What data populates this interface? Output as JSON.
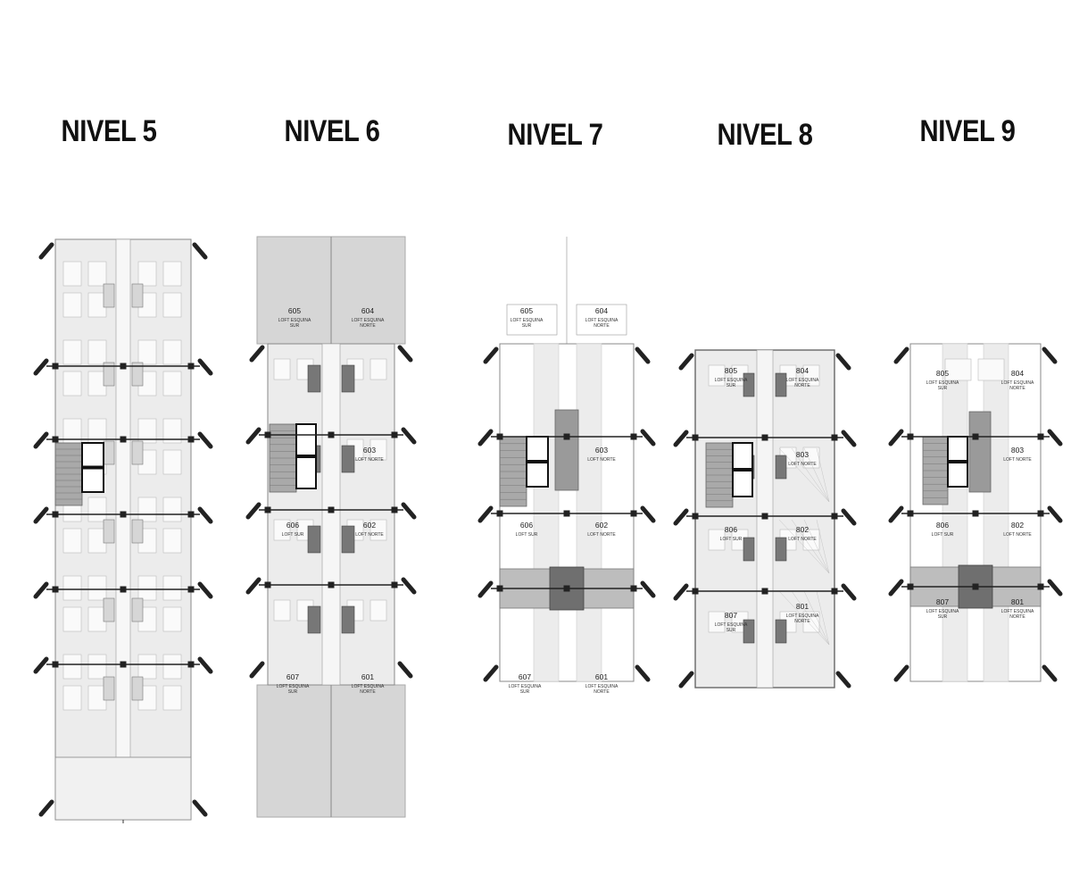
{
  "levels": [
    {
      "title": "NIVEL 5"
    },
    {
      "title": "NIVEL 6"
    },
    {
      "title": "NIVEL 7"
    },
    {
      "title": "NIVEL 8"
    },
    {
      "title": "NIVEL 9"
    }
  ],
  "units": {
    "n6": [
      {
        "num": "605",
        "l1": "LOFT ESQUINA",
        "l2": "SUR"
      },
      {
        "num": "604",
        "l1": "LOFT ESQUINA",
        "l2": "NORTE"
      },
      {
        "num": "603",
        "l1": "LOFT NORTE",
        "l2": ""
      },
      {
        "num": "606",
        "l1": "LOFT SUR",
        "l2": ""
      },
      {
        "num": "602",
        "l1": "LOFT NORTE",
        "l2": ""
      },
      {
        "num": "607",
        "l1": "LOFT ESQUINA",
        "l2": "SUR"
      },
      {
        "num": "601",
        "l1": "LOFT ESQUINA",
        "l2": "NORTE"
      }
    ],
    "n7": [
      {
        "num": "605",
        "l1": "LOFT ESQUINA",
        "l2": "SUR"
      },
      {
        "num": "604",
        "l1": "LOFT ESQUINA",
        "l2": "NORTE"
      },
      {
        "num": "603",
        "l1": "LOFT NORTE",
        "l2": ""
      },
      {
        "num": "606",
        "l1": "LOFT SUR",
        "l2": ""
      },
      {
        "num": "602",
        "l1": "LOFT NORTE",
        "l2": ""
      },
      {
        "num": "607",
        "l1": "LOFT ESQUINA",
        "l2": "SUR"
      },
      {
        "num": "601",
        "l1": "LOFT ESQUINA",
        "l2": "NORTE"
      }
    ],
    "n8": [
      {
        "num": "805",
        "l1": "LOFT ESQUINA",
        "l2": "SUR"
      },
      {
        "num": "804",
        "l1": "LOFT ESQUINA",
        "l2": "NORTE"
      },
      {
        "num": "803",
        "l1": "LOFT NORTE",
        "l2": ""
      },
      {
        "num": "806",
        "l1": "LOFT SUR",
        "l2": ""
      },
      {
        "num": "802",
        "l1": "LOFT NORTE",
        "l2": ""
      },
      {
        "num": "807",
        "l1": "LOFT ESQUINA",
        "l2": "SUR"
      },
      {
        "num": "801",
        "l1": "LOFT ESQUINA",
        "l2": "NORTE"
      }
    ],
    "n9": [
      {
        "num": "805",
        "l1": "LOFT ESQUINA",
        "l2": "SUR"
      },
      {
        "num": "804",
        "l1": "LOFT ESQUINA",
        "l2": "NORTE"
      },
      {
        "num": "803",
        "l1": "LOFT NORTE",
        "l2": ""
      },
      {
        "num": "806",
        "l1": "LOFT SUR",
        "l2": ""
      },
      {
        "num": "802",
        "l1": "LOFT NORTE",
        "l2": ""
      },
      {
        "num": "807",
        "l1": "LOFT ESQUINA",
        "l2": "SUR"
      },
      {
        "num": "801",
        "l1": "LOFT ESQUINA",
        "l2": "NORTE"
      }
    ]
  },
  "colors": {
    "line": "#333333",
    "wall": "#555555",
    "fill_light": "#ececec",
    "fill_mid": "#d6d6d6",
    "fill_dark": "#8f8f8f",
    "stair": "#a9a9a9"
  }
}
